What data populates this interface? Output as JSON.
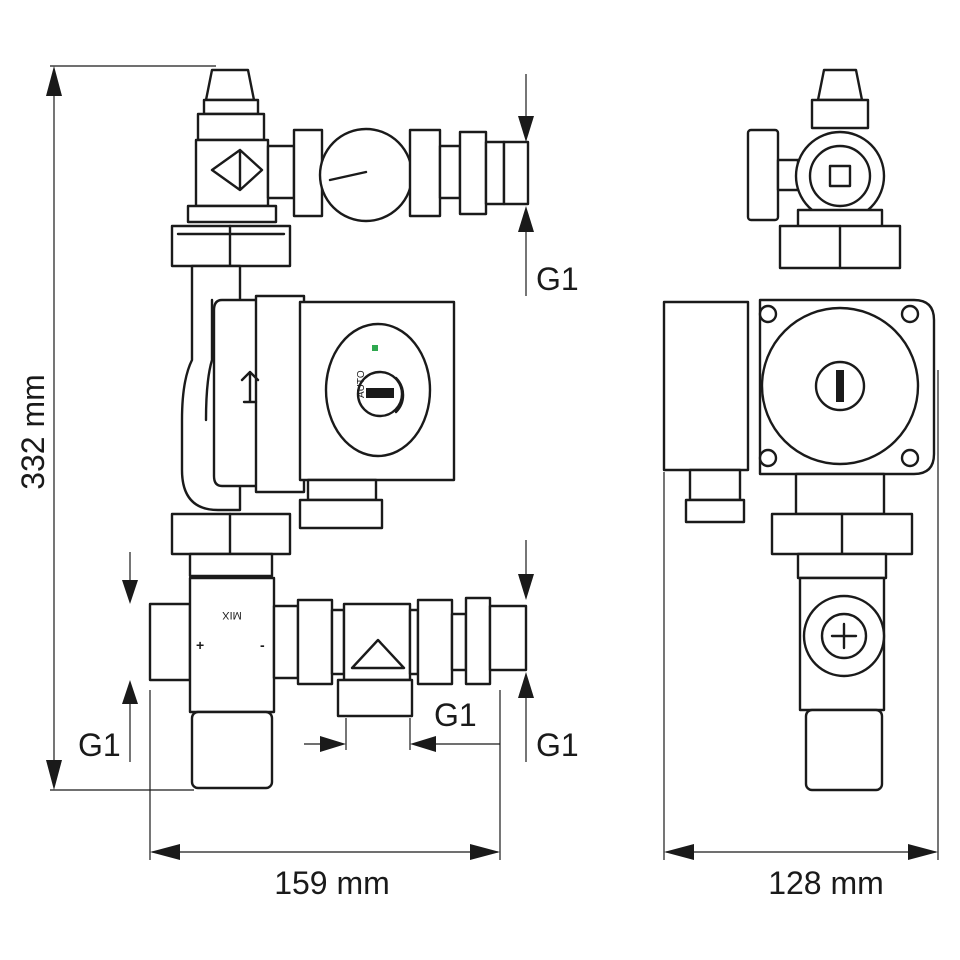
{
  "dimensions": {
    "height": "332 mm",
    "width_front": "159 mm",
    "width_side": "128 mm"
  },
  "connections": {
    "top_right": "G1",
    "bottom_left": "G1",
    "bottom_middle": "G1",
    "bottom_right": "G1"
  },
  "pump_labels": {
    "mode": "AUTO",
    "valve_mark": "MIX",
    "plus": "+",
    "minus": "-"
  }
}
